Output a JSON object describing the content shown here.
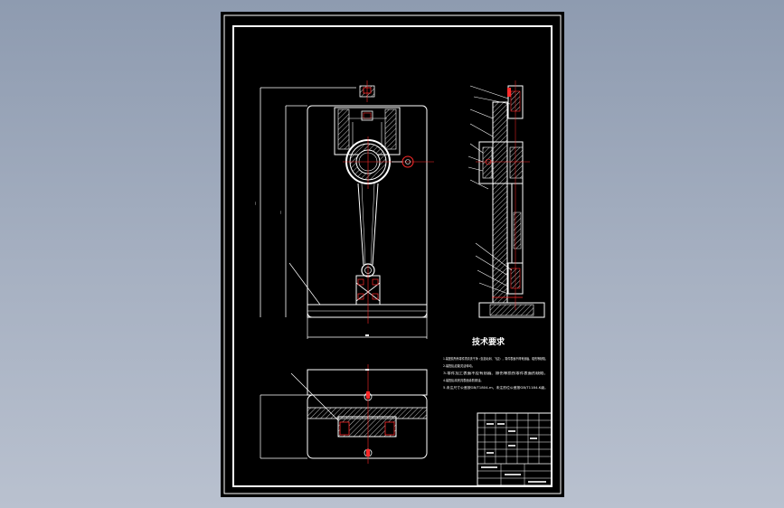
{
  "drawing": {
    "tech_title": "技术要求",
    "notes": [
      "1.装配前所有零件须清洗干净（包括毛刺、飞边），零件表面不得有划痕、碰伤等缺陷，",
      "2.装配后应能灵活转动。",
      "3.零件加工表面不应有划痕、擦伤等损伤零件表面的缺陷，",
      "4.装配后将夹具表面涂防锈油。",
      "5.未注尺寸公差按GB/T1804-m，未注形位公差按GB/T1184-K级。"
    ]
  },
  "colors": {
    "background_top": "#8e9bb0",
    "sheet": "#000000",
    "line": "#ffffff",
    "accent": "#ff2a2a",
    "hatch": "#bcbcbc"
  }
}
